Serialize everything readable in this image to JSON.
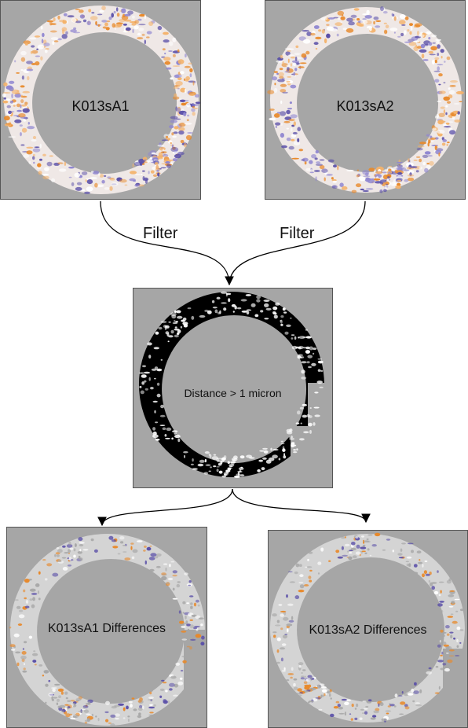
{
  "panels": {
    "a1": {
      "label": "K013sA1"
    },
    "a2": {
      "label": "K013sA2"
    },
    "distance": {
      "label": "Distance > 1 micron"
    },
    "d1": {
      "label": "K013sA1 Differences"
    },
    "d2": {
      "label": "K013sA2 Differences"
    }
  },
  "edges": {
    "left_filter": "Filter",
    "right_filter": "Filter"
  },
  "colors": {
    "panel_background": "#a6a6a6",
    "warm": "#e8892a",
    "cool": "#5a4fa8",
    "mask_black": "#000000",
    "diff_ring": "#d4d4d4"
  }
}
